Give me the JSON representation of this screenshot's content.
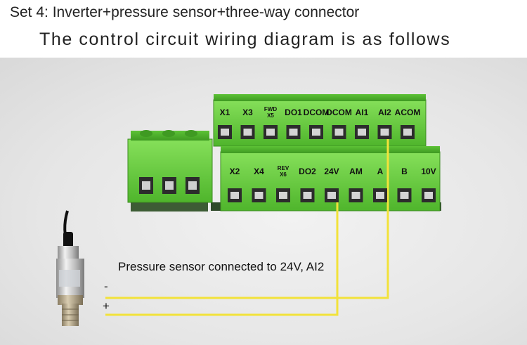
{
  "header": {
    "set_title": "Set 4: Inverter+pressure sensor+three-way connector",
    "subtitle": "The control circuit wiring diagram is as follows"
  },
  "terminal_block": {
    "top_row": [
      "X1",
      "X3",
      "FWD X5",
      "DO1",
      "DCOM",
      "DCOM",
      "AI1",
      "AI2",
      "ACOM"
    ],
    "bottom_row": [
      "X2",
      "X4",
      "REV X6",
      "DO2",
      "24V",
      "AM",
      "A",
      "B",
      "10V"
    ]
  },
  "annotation": {
    "caption": "Pressure sensor connected to 24V, AI2",
    "minus_label": "-",
    "plus_label": "+"
  },
  "colors": {
    "terminal_green": "#6fd33f",
    "wire_yellow": "#f2e23a",
    "board_dark": "#2f4a2a"
  }
}
